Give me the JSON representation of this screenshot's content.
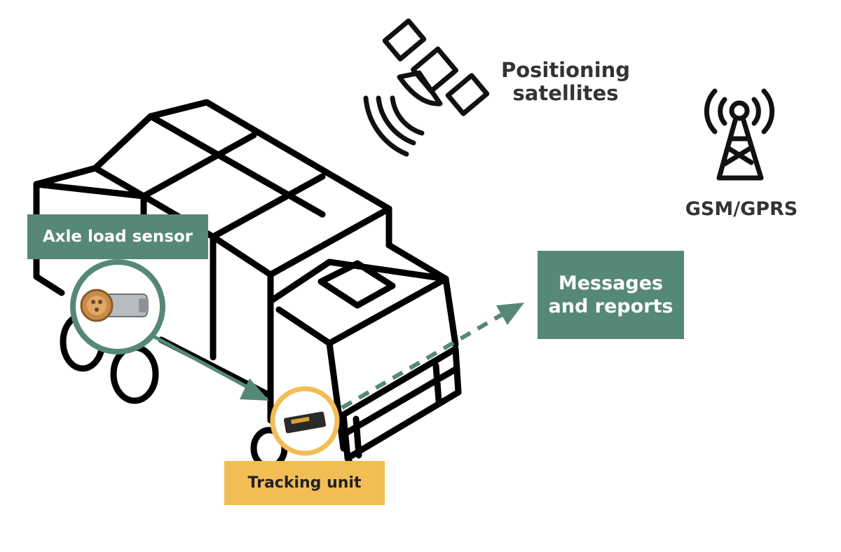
{
  "labels": {
    "axle_load_sensor": "Axle load sensor",
    "tracking_unit": "Tracking unit",
    "messages_reports": "Messages and reports",
    "positioning_satellites": "Positioning satellites",
    "gsm_gprs": "GSM/GPRS"
  },
  "colors": {
    "green": "#568877",
    "yellow": "#f2bd55",
    "outline": "#000000",
    "text_dark": "#333333"
  },
  "icons": {
    "truck": "truck-outline-icon",
    "satellite": "satellite-icon",
    "tower": "cell-tower-icon",
    "sensor": "axle-sensor-icon",
    "tracker": "tracking-unit-icon"
  }
}
